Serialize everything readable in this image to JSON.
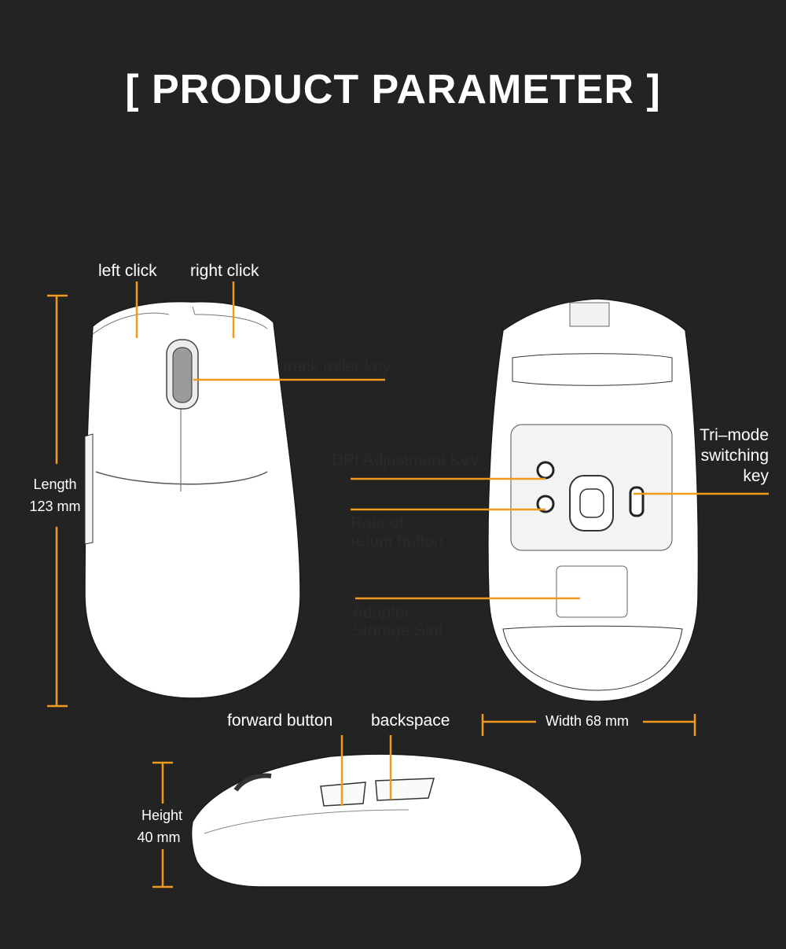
{
  "header": {
    "title": "[ PRODUCT PARAMETER ]"
  },
  "top_view": {
    "left_click": "left click",
    "right_click": "right click",
    "track_roller_key": "track roller key",
    "length_label": "Length",
    "length_value": "123 mm"
  },
  "bottom_view": {
    "dpi_key": "DPI Adjustment Key",
    "rate_line1": "Rate of",
    "rate_line2": "retum button",
    "adapter_line1": "Adapter",
    "adapter_line2": "Storage Slot",
    "tri_line1": "Tri–mode",
    "tri_line2": "switching",
    "tri_line3": "key",
    "width_label": "Width 68 mm"
  },
  "side_view": {
    "forward_button": "forward button",
    "backspace": "backspace",
    "height_label": "Height",
    "height_value": "40 mm"
  },
  "colors": {
    "background": "#232323",
    "accent": "#f29a1f",
    "mouse": "#ffffff"
  }
}
